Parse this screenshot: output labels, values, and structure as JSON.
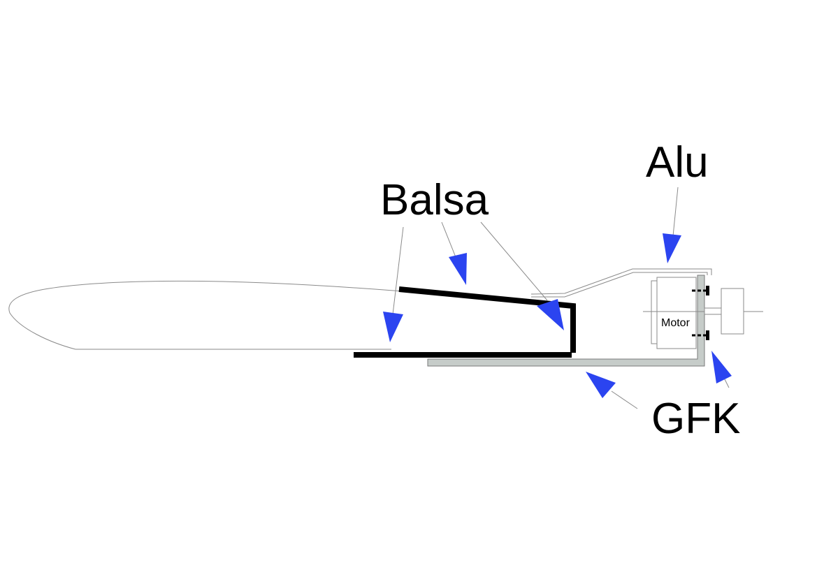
{
  "labels": {
    "balsa": "Balsa",
    "alu": "Alu",
    "gfk": "GFK",
    "motor": "Motor"
  },
  "colors": {
    "arrow": "#2b44f0",
    "balsa_part": "#000000",
    "gfk_part_fill": "#c6ccc9",
    "outline": "#7a7a7a",
    "leader": "#8a8a8a"
  }
}
